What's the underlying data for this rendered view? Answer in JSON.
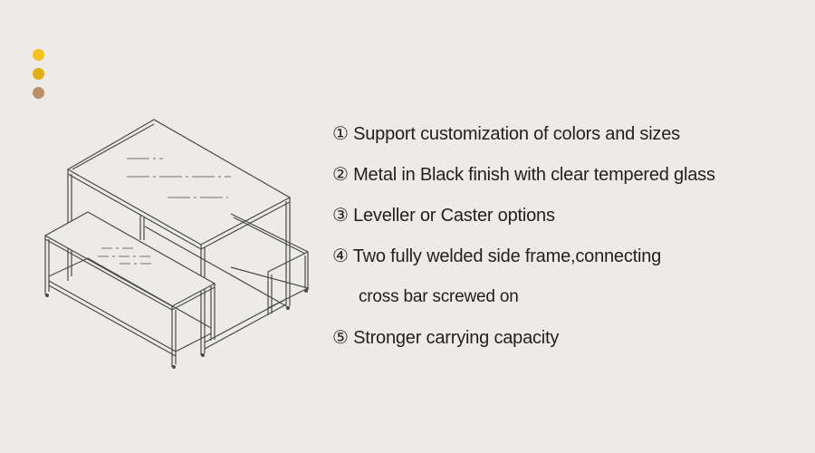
{
  "decor": {
    "dots": [
      {
        "color": "#f6c21c"
      },
      {
        "color": "#dfae17"
      },
      {
        "color": "#bb9068"
      }
    ]
  },
  "product": {
    "illustration": "nesting-display-tables-line-drawing",
    "line_color": "#4a4a4a"
  },
  "features": [
    "① Support customization of colors and sizes",
    "② Metal in Black finish with clear tempered glass",
    "③ Leveller or Caster options",
    "④ Two fully welded side frame,connecting",
    "cross bar screwed on",
    "⑤ Stronger carrying capacity"
  ]
}
